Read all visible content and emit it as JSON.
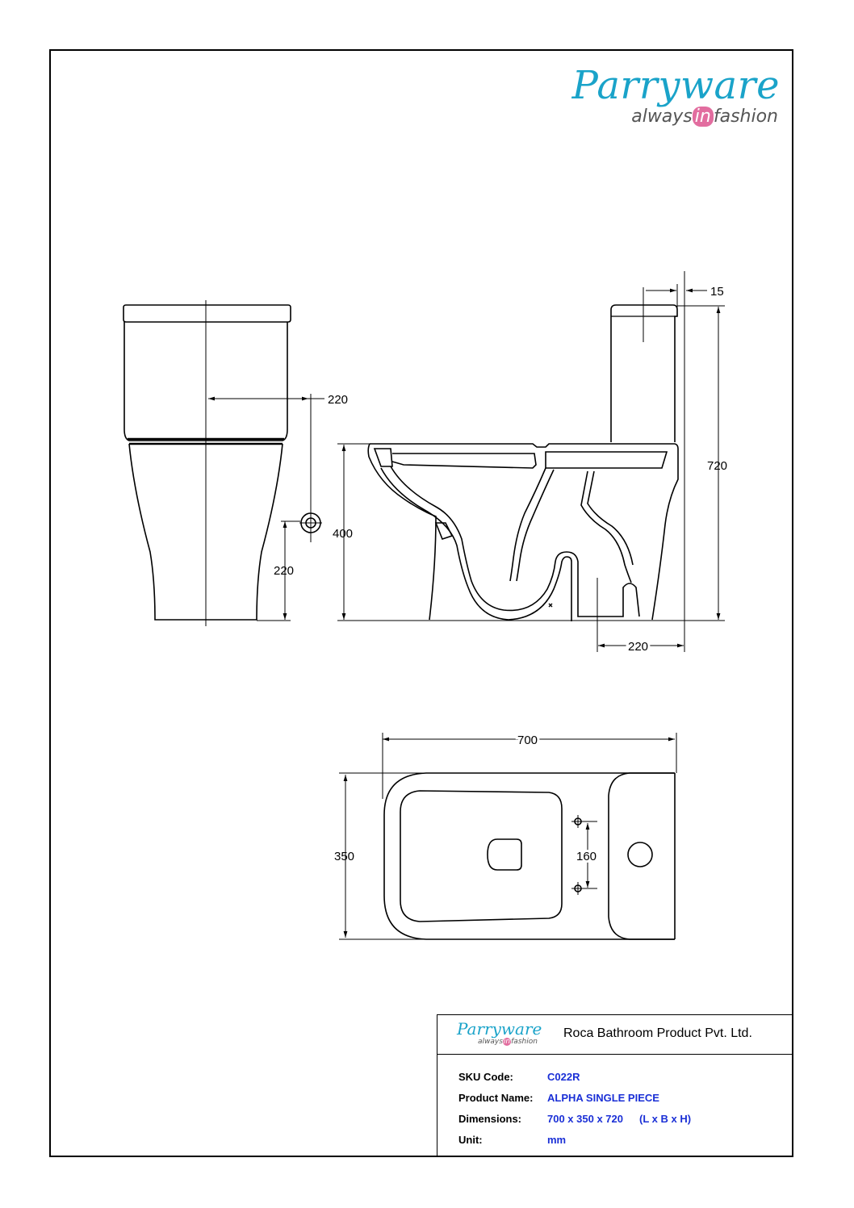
{
  "brand": {
    "name": "Parryware",
    "tagline_before": "always",
    "tagline_highlight": "in",
    "tagline_after": "fashion"
  },
  "dimensions": {
    "side_tank_offset": "220",
    "side_outlet_height": "220",
    "seat_height": "400",
    "total_height": "720",
    "wall_gap": "15",
    "outlet_from_wall": "220",
    "length": "700",
    "width": "350",
    "fixing_centres": "160"
  },
  "title_block": {
    "company": "Roca Bathroom Product Pvt. Ltd.",
    "rows": [
      {
        "label": "SKU Code:",
        "value": "C022R",
        "extra": ""
      },
      {
        "label": "Product Name:",
        "value": "ALPHA SINGLE PIECE",
        "extra": ""
      },
      {
        "label": "Dimensions:",
        "value": "700 x 350 x 720",
        "extra": "(L x B x H)"
      },
      {
        "label": "Unit:",
        "value": "mm",
        "extra": ""
      }
    ]
  },
  "colors": {
    "brand_blue": "#1aa3c9",
    "brand_pink": "#e26d9f",
    "value_blue": "#1a2fd6"
  }
}
